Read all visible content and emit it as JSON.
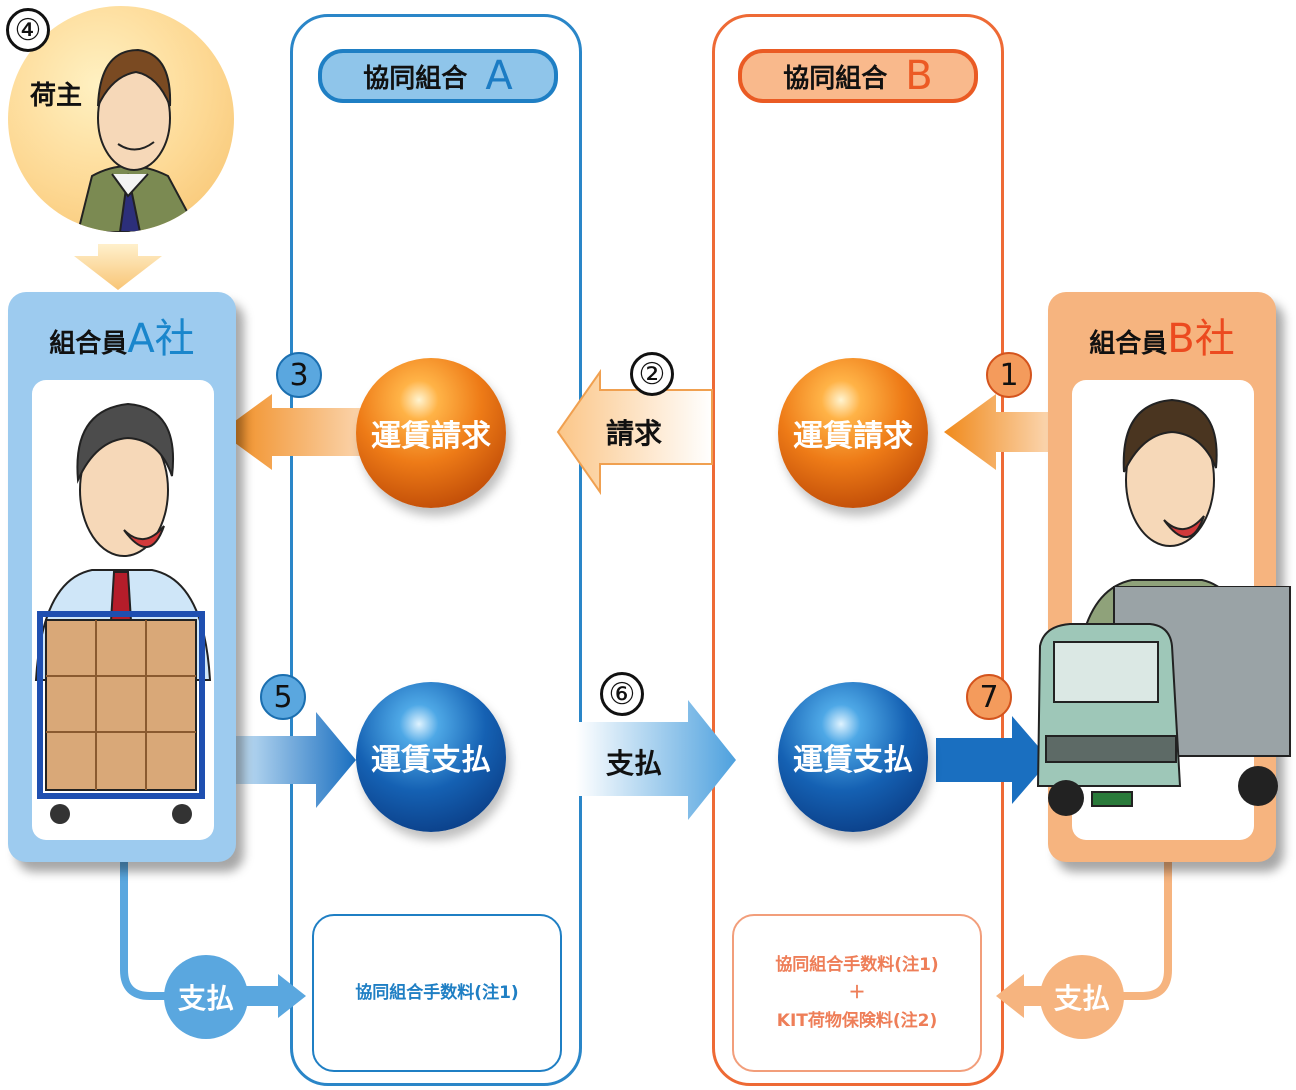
{
  "lanes": {
    "coop_a": {
      "prefix": "協同組合",
      "letter": "A"
    },
    "coop_b": {
      "prefix": "協同組合",
      "letter": "B"
    }
  },
  "shipper": {
    "number": "④",
    "label": "荷主"
  },
  "member_a": {
    "prefix": "組合員",
    "company": "A社"
  },
  "member_b": {
    "prefix": "組合員",
    "company": "B社"
  },
  "steps": {
    "s1": "1",
    "s2": "②",
    "s3": "3",
    "s5": "5",
    "s6": "⑥",
    "s7": "7"
  },
  "spheres": {
    "billing_a": "運賃請求",
    "billing_b": "運賃請求",
    "payment_a": "運賃支払",
    "payment_b": "運賃支払"
  },
  "flows": {
    "invoice": "請求",
    "payment": "支払"
  },
  "notes": {
    "a": "協同組合手数料(注1)",
    "b_line1": "協同組合手数料(注1)",
    "b_plus": "＋",
    "b_line2": "KIT荷物保険料(注2)"
  },
  "pay_circles": {
    "a": "支払",
    "b": "支払"
  },
  "colors": {
    "blue_accent": "#1f7fc4",
    "orange_accent": "#ea5b24",
    "blue_panel": "#9dcbef",
    "orange_panel": "#f6b47f"
  },
  "icons": [
    "shipper-businessman-icon",
    "office-worker-icon",
    "cart-boxes-icon",
    "driver-icon",
    "truck-icon"
  ]
}
